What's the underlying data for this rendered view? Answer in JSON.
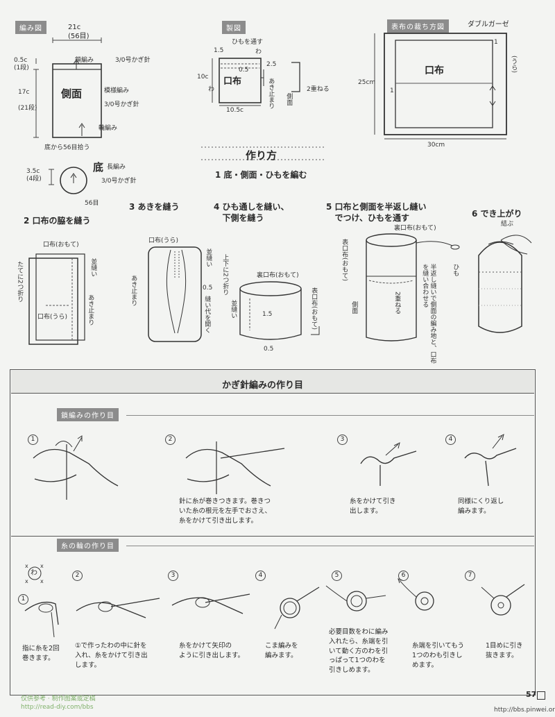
{
  "top": {
    "amizu": {
      "tag": "編み図",
      "w_21c": "21c",
      "w_56me": "(56目)",
      "kusari": "鎖編み",
      "hook1": "3/0号かぎ針",
      "h_05c": "0.5c",
      "h_1dan": "(1段)",
      "h_17c": "17c",
      "h_21dan": "(21段)",
      "sokumen": "側面",
      "moyou": "模様編み",
      "hook2": "3/0号かぎ針",
      "wa": "輪編み",
      "soko_kara": "底から56目拾う",
      "h_35c": "3.5c",
      "h_4dan": "(4段)",
      "soko": "底",
      "naga": "長編み",
      "hook3": "3/0号かぎ針",
      "me56": "56目"
    },
    "seizu": {
      "tag": "製図",
      "himo_toosu": "ひもを通す",
      "v15": "1.5",
      "wa": "わ",
      "v05": "0.5",
      "v25": "2.5",
      "v10c": "10c",
      "wa2": "わ",
      "kuchinuno": "口布",
      "aki": "あき止まり",
      "sokumen": "側面",
      "niju": "2重ねる",
      "v105c": "10.5c"
    },
    "saidan": {
      "tag": "表布の裁ち方図",
      "fabric": "ダブルガーゼ",
      "v1a": "1",
      "kuchinuno": "口布",
      "ura": "(うら)",
      "v1b": "1",
      "v25cm": "25cm",
      "v30cm": "30cm"
    }
  },
  "howto": {
    "title": "作り方",
    "step1": "1 底・側面・ひもを編む",
    "step2": "2 口布の脇を縫う",
    "step3": "3 あきを縫う",
    "step4a": "4 ひも通しを縫い、",
    "step4b": "下側を縫う",
    "step5a": "5 口布と側面を半返し縫い",
    "step5b": "でつけ、ひもを通す",
    "step6": "6 でき上がり",
    "s2": {
      "omote": "口布(おもて)",
      "tate": "たてに2つ折り",
      "nami": "並縫い",
      "aki": "あき止まり",
      "ura": "口布(うら)"
    },
    "s3": {
      "ura": "口布(うら)",
      "nami": "並縫い",
      "aki": "あき止まり",
      "v05": "0.5",
      "hiraku": "縫い代を開く"
    },
    "s4": {
      "jouge": "上下に2つ折り",
      "ura": "裏口布(おもて)",
      "nami": "並縫い",
      "v15": "1.5",
      "omote": "表口布(おもて)",
      "v05": "0.5"
    },
    "s5": {
      "ura": "裏口布(おもて)",
      "omote": "表口布(おもて)",
      "himo": "ひも",
      "niju": "2重ねる",
      "sokumen": "側面",
      "note": "半返し縫いで側面の編み地と、口布を縫い合わせる"
    },
    "s6": {
      "musubu": "結ぶ"
    }
  },
  "crochet": {
    "title": "かぎ針編みの作り目",
    "chain_tag": "鎖編みの作り目",
    "nums_chain": [
      "1",
      "2",
      "3",
      "4"
    ],
    "chain_caps": [
      [
        "針に糸が巻きつきます。巻きつ",
        "いた糸の根元を左手でおさえ、",
        "糸をかけて引き出します。"
      ],
      [
        "糸をかけて引き",
        "出します。"
      ],
      [
        "同様にくり返し",
        "編みます。"
      ]
    ],
    "ring_tag": "糸の輪の作り目",
    "nums_ring": [
      "1",
      "2",
      "3",
      "4",
      "5",
      "6",
      "7"
    ],
    "ring_caps": [
      [
        "指に糸を2回",
        "巻きます。"
      ],
      [
        "①で作ったわの中に針を",
        "入れ、糸をかけて引き出",
        "します。"
      ],
      [
        "糸をかけて矢印の",
        "ように引き出します。"
      ],
      [
        "こま編みを",
        "編みます。"
      ],
      [
        "必要目数をわに編み",
        "入れたら、糸端を引",
        "いて動く方のわを引",
        "っぱって1つのわを",
        "引きしめます。"
      ],
      [
        "糸端を引いてもう",
        "1つのわも引きし",
        "めます。"
      ],
      [
        "1目めに引き",
        "抜きます。"
      ]
    ],
    "wa_mark": "わ"
  },
  "footer": {
    "page": "57",
    "left": "仅供参考 · 制作图案或定稿",
    "url_left": "http://read-diy.com/bbs",
    "url_right": "http://bbs.pinwei.org"
  },
  "colors": {
    "paper": "#f3f4f2",
    "ink": "#2a2a2a",
    "tag_bg": "#8c8c8c",
    "watermark": "#7fb06a"
  }
}
